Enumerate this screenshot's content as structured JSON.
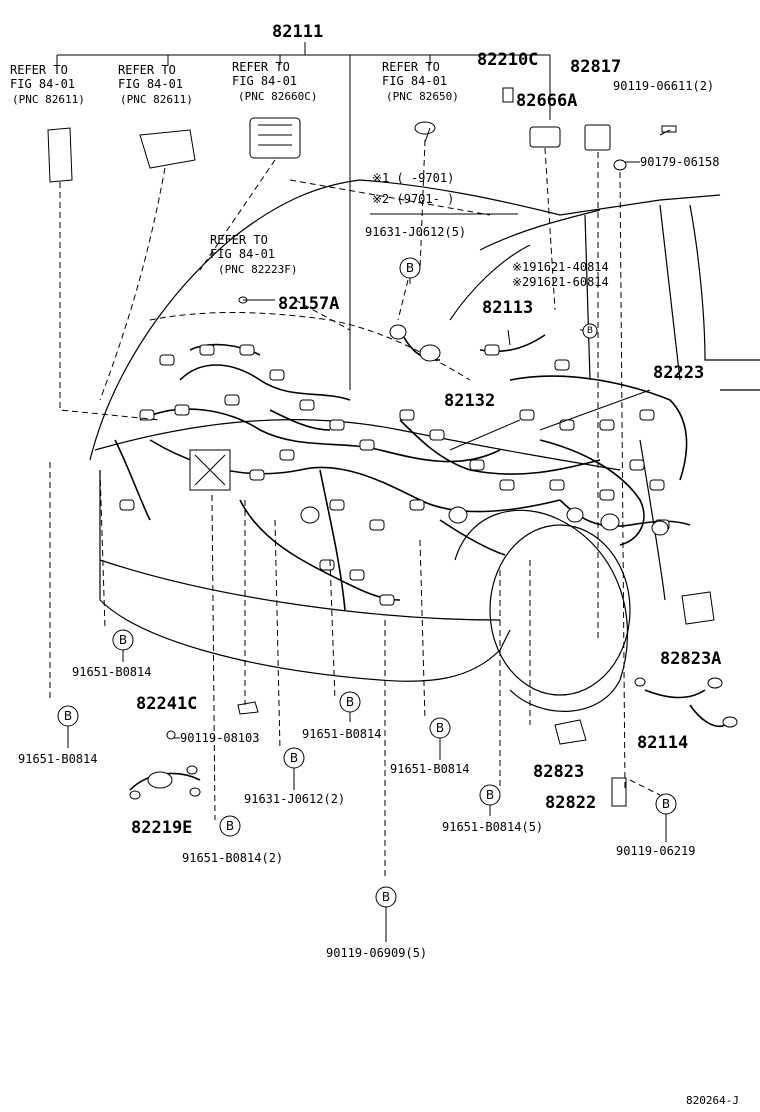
{
  "labels": {
    "main_part": "82111",
    "ref1": [
      "REFER TO",
      "FIG 84-01",
      "(PNC 82611)"
    ],
    "ref2": [
      "REFER TO",
      "FIG 84-01",
      "(PNC 82611)"
    ],
    "ref3": [
      "REFER TO",
      "FIG 84-01",
      "(PNC 82660C)"
    ],
    "ref4": [
      "REFER TO",
      "FIG 84-01",
      "(PNC 82650)"
    ],
    "ref5": [
      "REFER TO",
      "FIG 84-01",
      "(PNC 82223F)"
    ],
    "p82210c": "82210C",
    "p82817": "82817",
    "p90119_06611": "90119-06611(2)",
    "p82666a": "82666A",
    "p90179_06158": "90179-06158",
    "note1": "※1 (      -9701)",
    "note2": "※2 (9701-       )",
    "p91631_j0612_5": "91631-J0612(5)",
    "p91621_40814": "※191621-40814",
    "p91621_60814": "※291621-60814",
    "p82157a": "82157A",
    "p82113": "82113",
    "p82223": "82223",
    "p82132": "82132",
    "p91651_b0814_a": "91651-B0814",
    "p82823a": "82823A",
    "p82241c": "82241C",
    "p91651_b0814_b": "91651-B0814",
    "p90119_08103": "90119-08103",
    "p91651_b0814_c": "91651-B0814",
    "p91651_b0814_d": "91651-B0814",
    "p82114": "82114",
    "p91631_j0612_2": "91631-J0612(2)",
    "p82823": "82823",
    "p82822": "82822",
    "p82219e": "82219E",
    "p91651_b0814_2": "91651-B0814(2)",
    "p91651_b0814_5": "91651-B0814(5)",
    "p90119_06219": "90119-06219",
    "p90119_06909": "90119-06909(5)",
    "b_marker": "B",
    "figure_code": "820264-J"
  }
}
